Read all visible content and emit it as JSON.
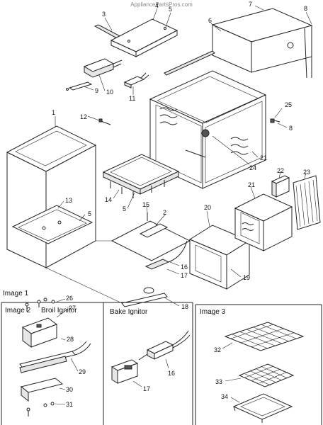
{
  "watermark": "AppliancePartsPros.com",
  "sections": {
    "image1": "Image 1",
    "image2": "Image 2",
    "broil_ignitor": "Broil Ignitor",
    "bake_ignitor": "Bake Ignitor",
    "image3": "Image 3"
  },
  "callouts": {
    "c1": "1",
    "c2": "2",
    "c3": "3",
    "c4": "4",
    "c5a": "5",
    "c5b": "5",
    "c5c": "5",
    "c6": "6",
    "c7": "7",
    "c8a": "8",
    "c8b": "8",
    "c9": "9",
    "c10": "10",
    "c11": "11",
    "c12": "12",
    "c13": "13",
    "c14": "14",
    "c15": "15",
    "c16a": "16",
    "c16b": "16",
    "c17a": "17",
    "c17b": "17",
    "c18": "18",
    "c19": "19",
    "c20": "20",
    "c21a": "21",
    "c21b": "21",
    "c22": "22",
    "c23": "23",
    "c24": "24",
    "c25": "25",
    "c26": "26",
    "c27": "27",
    "c28": "28",
    "c29": "29",
    "c30": "30",
    "c31": "31",
    "c32": "32",
    "c33": "33",
    "c34": "34"
  }
}
